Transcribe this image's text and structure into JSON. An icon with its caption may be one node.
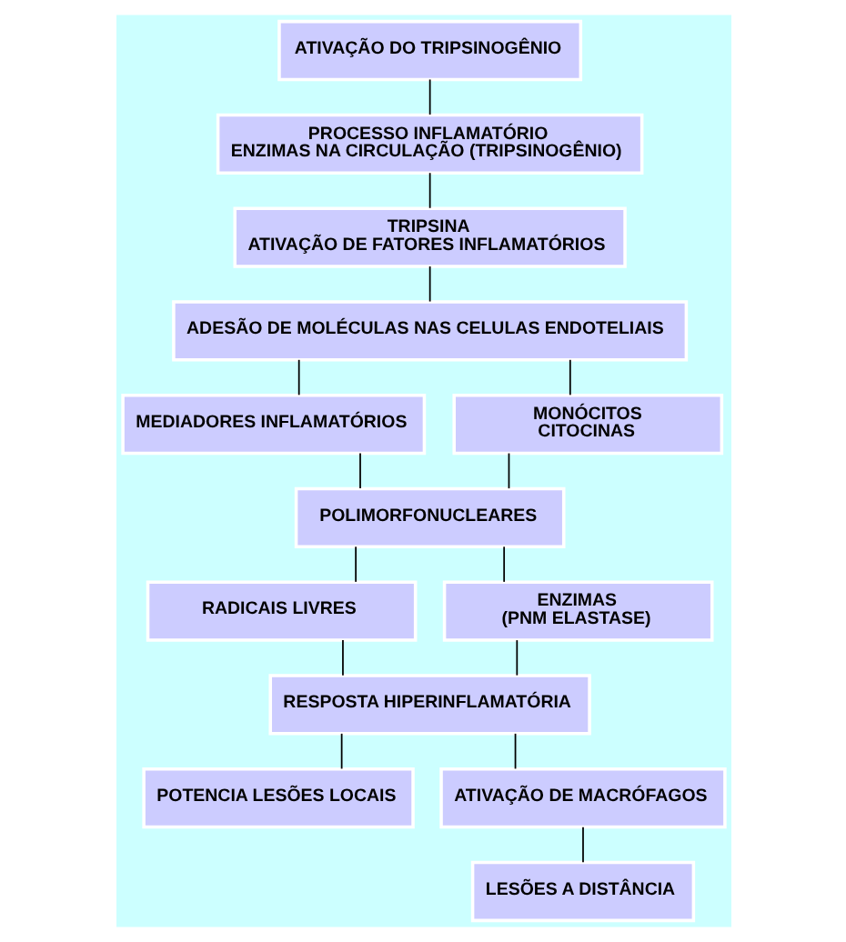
{
  "diagram": {
    "nodes": [
      {
        "text": [
          "ATIVAÇÃO DO TRIPSINOGÊNIO"
        ]
      },
      {
        "text": [
          "PROCESSO INFLAMATÓRIO",
          "ENZIMAS NA CIRCULAÇÃO (TRIPSINOGÊNIO)"
        ]
      },
      {
        "text": [
          "TRIPSINA",
          "ATIVAÇÃO DE FATORES INFLAMATÓRIOS"
        ]
      },
      {
        "text": [
          "ADESÃO DE MOLÉCULAS NAS CELULAS ENDOTELIAIS"
        ]
      },
      {
        "text": [
          "MEDIADORES INFLAMATÓRIOS"
        ]
      },
      {
        "text": [
          "MONÓCITOS",
          "CITOCINAS"
        ]
      },
      {
        "text": [
          "POLIMORFONUCLEARES"
        ]
      },
      {
        "text": [
          "RADICAIS LIVRES"
        ]
      },
      {
        "text": [
          "ENZIMAS",
          "(PNM ELASTASE)"
        ]
      },
      {
        "text": [
          "RESPOSTA HIPERINFLAMATÓRIA"
        ]
      },
      {
        "text": [
          "POTENCIA LESÕES LOCAIS"
        ]
      },
      {
        "text": [
          "ATIVAÇÃO DE MACRÓFAGOS"
        ]
      },
      {
        "text": [
          "LESÕES A DISTÂNCIA"
        ]
      }
    ],
    "edges": [
      {
        "from": 0,
        "to": 1,
        "arrow": "none"
      },
      {
        "from": 1,
        "to": 2,
        "arrow": "none"
      },
      {
        "from": 2,
        "to": 3,
        "arrow": "none"
      },
      {
        "from": 3,
        "to": 4,
        "arrow": "none"
      },
      {
        "from": 3,
        "to": 5,
        "arrow": "none"
      },
      {
        "from": 4,
        "to": 6,
        "arrow": "none"
      },
      {
        "from": 5,
        "to": 6,
        "arrow": "none"
      },
      {
        "from": 6,
        "to": 7,
        "arrow": "none"
      },
      {
        "from": 6,
        "to": 8,
        "arrow": "none"
      },
      {
        "from": 7,
        "to": 9,
        "arrow": "none"
      },
      {
        "from": 8,
        "to": 9,
        "arrow": "none"
      },
      {
        "from": 9,
        "to": 10,
        "arrow": "none"
      },
      {
        "from": 9,
        "to": 11,
        "arrow": "none"
      },
      {
        "from": 11,
        "to": 12,
        "arrow": "none"
      }
    ]
  }
}
